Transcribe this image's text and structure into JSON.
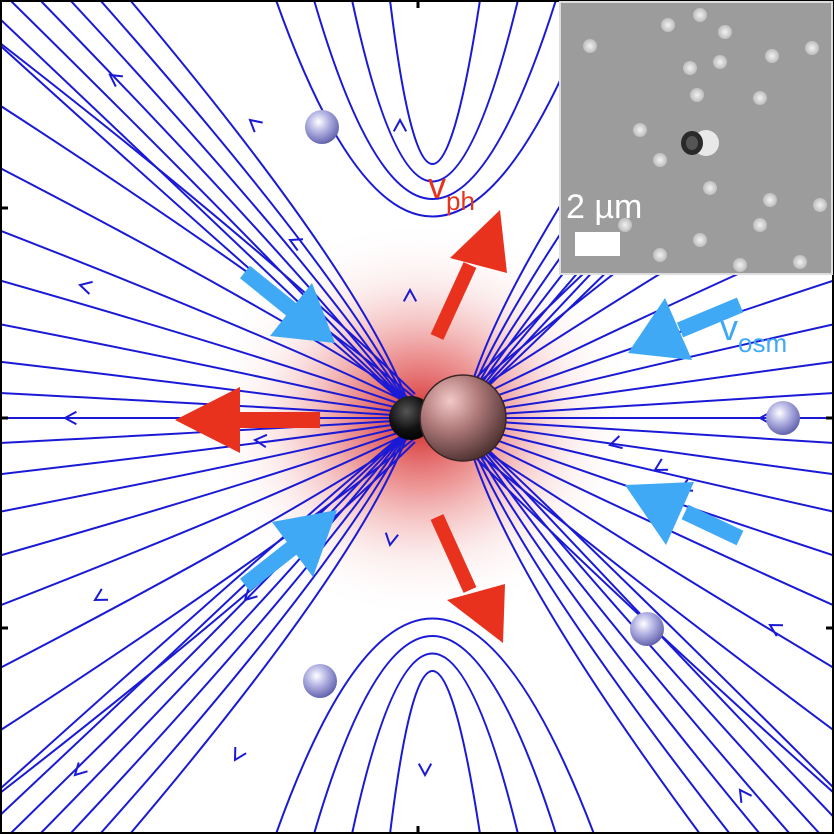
{
  "labels": {
    "v_ph_main": "v",
    "v_ph_sub": "ph",
    "v_osm_main": "v",
    "v_osm_sub": "osm",
    "scale_bar": "2 µm"
  },
  "colors": {
    "streamline": "#1a1ad6",
    "phoretic_arrow": "#e8321e",
    "osmotic_arrow": "#3fa9f5",
    "glow": "#e23a3a",
    "inset_bg": "#9a9a9a",
    "frame": "#000000"
  }
}
